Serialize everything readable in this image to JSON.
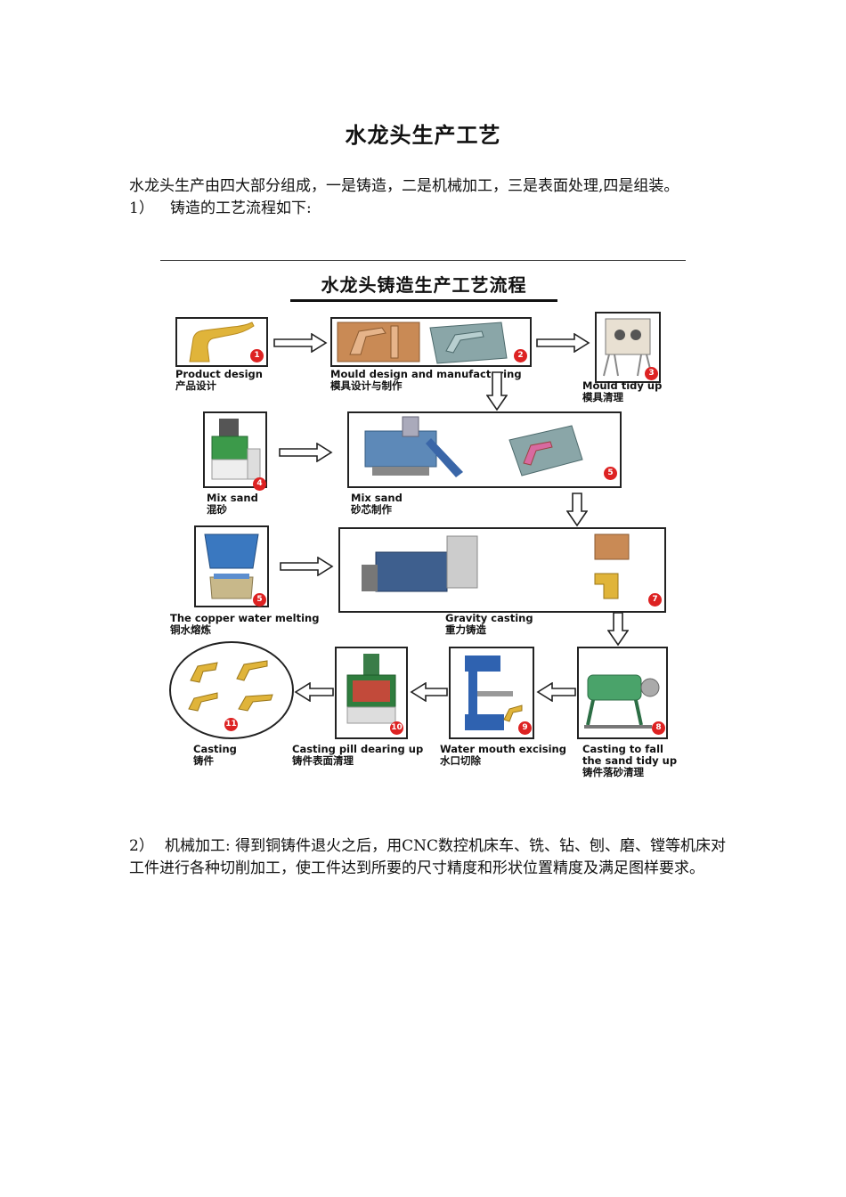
{
  "doc": {
    "title": "水龙头生产工艺",
    "intro": "水龙头生产由四大部分组成，一是铸造，二是机械加工，三是表面处理,四是组装。",
    "step1_num": "1）",
    "step1_text": "铸造的工艺流程如下:",
    "step2_num": "2）",
    "step2_text": "机械加工: 得到铜铸件退火之后，用CNC数控机床车、铣、钻、刨、磨、镗等机床对工件进行各种切削加工，使工件达到所要的尺寸精度和形状位置精度及满足图样要求。"
  },
  "flow": {
    "title": "水龙头铸造生产工艺流程",
    "steps": [
      {
        "num": "1",
        "en": "Product design",
        "zh": "产品设计"
      },
      {
        "num": "2",
        "en": "Mould  design and manufacturing",
        "zh": "模具设计与制作"
      },
      {
        "num": "3",
        "en": "Mould  tidy up",
        "zh": "模具清理"
      },
      {
        "num": "4",
        "en": "Mix sand",
        "zh": "混砂"
      },
      {
        "num": "5",
        "en": "Mix sand",
        "zh": "砂芯制作"
      },
      {
        "num": "5",
        "en": "The copper water melting",
        "zh": "铜水熔炼"
      },
      {
        "num": "7",
        "en": "Gravity casting",
        "zh": "重力铸造"
      },
      {
        "num": "8",
        "en": "Casting to fall",
        "en2": "the sand tidy up",
        "zh": "铸件落砂清理"
      },
      {
        "num": "9",
        "en": "Water mouth excising",
        "zh": "水口切除"
      },
      {
        "num": "10",
        "en": "Casting pill dearing up",
        "zh": "铸件表面清理"
      },
      {
        "num": "11",
        "en": "Casting",
        "zh": "铸件"
      }
    ]
  }
}
